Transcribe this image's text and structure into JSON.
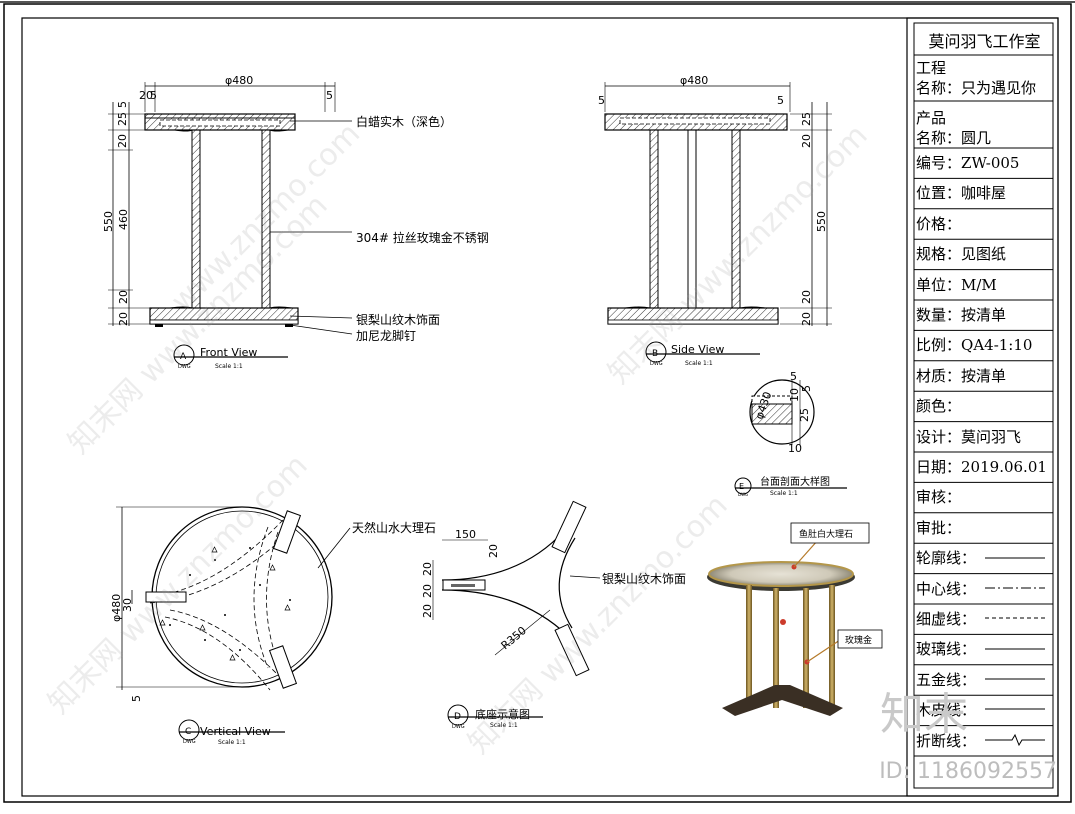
{
  "titleblock": {
    "studio": "莫问羽飞工作室",
    "rows": [
      {
        "label": "工程",
        "value": ""
      },
      {
        "label": "名称：",
        "value": "只为遇见你"
      },
      {
        "label": "产品",
        "value": ""
      },
      {
        "label": "名称：",
        "value": "圆几"
      },
      {
        "label": "编号：",
        "value": "ZW-005"
      },
      {
        "label": "位置：",
        "value": "咖啡屋"
      },
      {
        "label": "价格：",
        "value": ""
      },
      {
        "label": "规格：",
        "value": "见图纸"
      },
      {
        "label": "单位：",
        "value": "M/M"
      },
      {
        "label": "数量：",
        "value": "按清单"
      },
      {
        "label": "比例：",
        "value": "QA4-1:10"
      },
      {
        "label": "材质：",
        "value": "按清单"
      },
      {
        "label": "颜色：",
        "value": ""
      },
      {
        "label": "设计：",
        "value": "莫问羽飞"
      },
      {
        "label": "日期：",
        "value": "2019.06.01"
      },
      {
        "label": "审核：",
        "value": ""
      },
      {
        "label": "审批：",
        "value": ""
      },
      {
        "label": "轮廓线：",
        "value": ""
      },
      {
        "label": "中心线：",
        "value": ""
      },
      {
        "label": "细虚线：",
        "value": ""
      },
      {
        "label": "玻璃线：",
        "value": ""
      },
      {
        "label": "五金线：",
        "value": ""
      },
      {
        "label": "木皮线：",
        "value": ""
      },
      {
        "label": "折断线：",
        "value": ""
      }
    ]
  },
  "views": {
    "front": {
      "letter": "A",
      "title": "Front View",
      "scale": "Scale 1:1",
      "sub": "DWG"
    },
    "side": {
      "letter": "B",
      "title": "Side View",
      "scale": "Scale 1:1",
      "sub": "DWG"
    },
    "vertical": {
      "letter": "C",
      "title": "Vertical View",
      "scale": "Scale 1:1",
      "sub": "DWG"
    },
    "base": {
      "letter": "D",
      "title": "底座示意图",
      "scale": "Scale 1:1",
      "sub": "DWG"
    },
    "detail": {
      "letter": "E",
      "title": "台面剖面大样图",
      "scale": "Scale 1:1",
      "sub": "DWG"
    }
  },
  "dims": {
    "top_width": "φ480",
    "front_20": "20",
    "front_5": "5",
    "front_5b": "5",
    "left_5": "5",
    "left_25": "25",
    "left_20": "20",
    "height_550": "550",
    "height_460": "460",
    "bottom_20a": "20",
    "bottom_20b": "20",
    "side_width": "φ480",
    "side_5": "5",
    "side_5b": "5",
    "side_25": "25",
    "side_20": "20",
    "side_550": "550",
    "side_20a": "20",
    "side_20b": "20",
    "det_5": "5",
    "det_10": "10",
    "det_5b": "5",
    "det_25": "25",
    "det_430": "φ430",
    "det_10b": "10",
    "vert_dia": "φ480",
    "vert_30": "30",
    "vert_5": "5",
    "base_150": "150",
    "base_20": "20",
    "base_r": "R350",
    "base_20a": "20",
    "base_20b": "20",
    "base_20c": "20"
  },
  "labels": {
    "wood_top": "白蜡实木（深色）",
    "steel": "304# 拉丝玫瑰金不锈钢",
    "base_wood": "银梨山纹木饰面",
    "nail": "加尼龙脚钉",
    "marble": "天然山水大理石",
    "base_wood2": "银梨山纹木饰面",
    "photo_marble": "鱼肚白大理石",
    "photo_gold": "玫瑰金"
  },
  "watermark": {
    "site": "www.znzmo.com",
    "brand": "知末网",
    "logo": "知末",
    "id": "ID: 1186092557"
  }
}
